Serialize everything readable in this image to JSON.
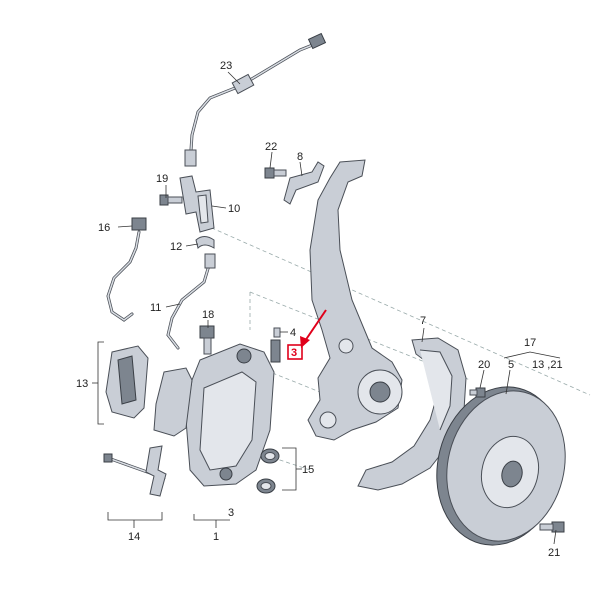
{
  "callouts": {
    "c1": "1",
    "c3": "3",
    "c3_highlight": "3",
    "c4": "4",
    "c5": "5",
    "c7": "7",
    "c8": "8",
    "c10": "10",
    "c11": "11",
    "c12": "12",
    "c13": "13",
    "c14": "14",
    "c15": "15",
    "c16": "16",
    "c17": "17",
    "c17_sub": "13 ,21",
    "c18": "18",
    "c19": "19",
    "c20": "20",
    "c21": "21",
    "c22": "22",
    "c23": "23"
  },
  "colors": {
    "highlight": "#e0001a",
    "part_fill": "#c9ced6",
    "part_outline": "#4a4f57"
  }
}
